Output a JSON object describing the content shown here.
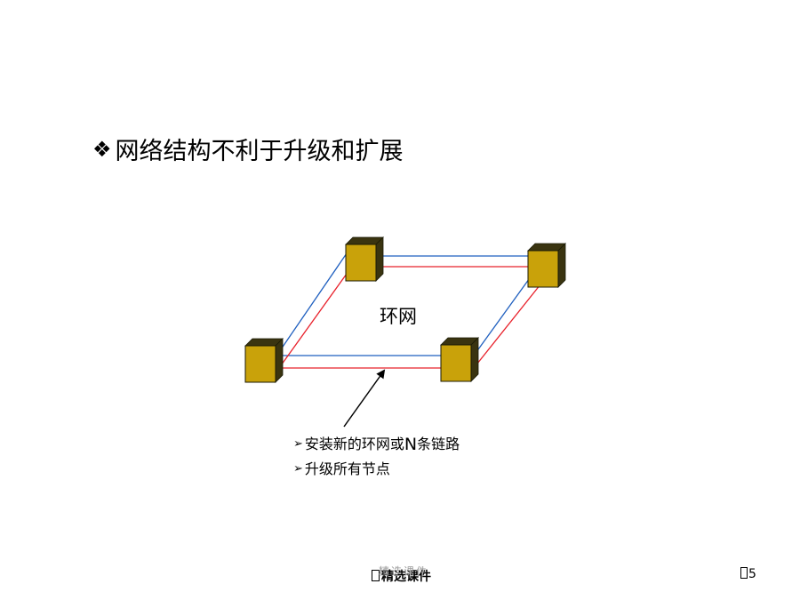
{
  "heading": {
    "bullet": "❖",
    "text": "网络结构不利于升级和扩展"
  },
  "diagram": {
    "ring_label": "环网",
    "link_colors": {
      "outer": "#1f5fbf",
      "inner": "#e8202a"
    },
    "node_colors": {
      "face": "#c9a20a",
      "side": "#3a3410",
      "edge": "#1a1a05"
    }
  },
  "notes": [
    {
      "bullet": "➢",
      "text_before": "安装新的环网或",
      "letter": "N",
      "text_after": "条链路"
    },
    {
      "bullet": "➢",
      "text_before": "升级所有节点",
      "letter": "",
      "text_after": ""
    }
  ],
  "footer": {
    "ghost_text": "精选课件",
    "center_text": "精选课件",
    "page_number": "5"
  }
}
